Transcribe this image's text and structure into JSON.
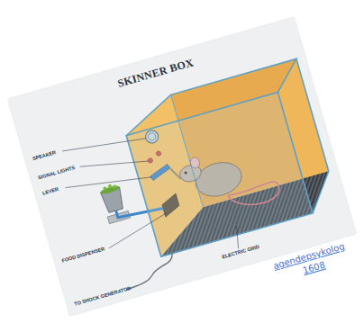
{
  "diagram": {
    "title": "SKINNER BOX",
    "labels": [
      "SPEAKER",
      "SIGNAL LIGHTS",
      "LEVER",
      "FOOD DISPENSER",
      "TO SHOCK GENERATOR",
      "ELECTRIC GRID",
      "agendepsykolog",
      "1608"
    ]
  }
}
